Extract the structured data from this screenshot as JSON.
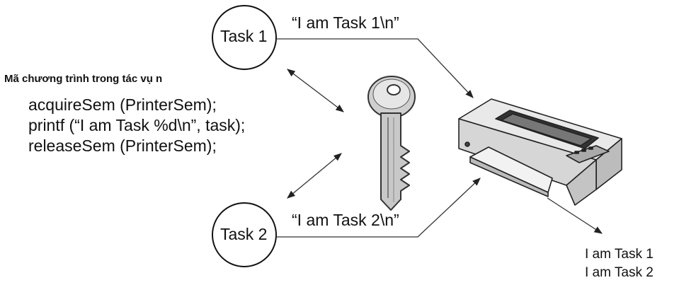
{
  "tasks": [
    {
      "label": "Task 1",
      "message": "“I am Task 1\\n”"
    },
    {
      "label": "Task 2",
      "message": "“I am Task 2\\n”"
    }
  ],
  "code": {
    "title": "Mã chương trình trong tác vụ n",
    "lines": [
      "acquireSem (PrinterSem);",
      "printf (“I am Task %d\\n”, task);",
      "releaseSem (PrinterSem);"
    ]
  },
  "output": {
    "lines": [
      "I am Task 1",
      "I am Task 2"
    ]
  },
  "icons": {
    "key": "key-icon",
    "printer": "printer-icon"
  }
}
